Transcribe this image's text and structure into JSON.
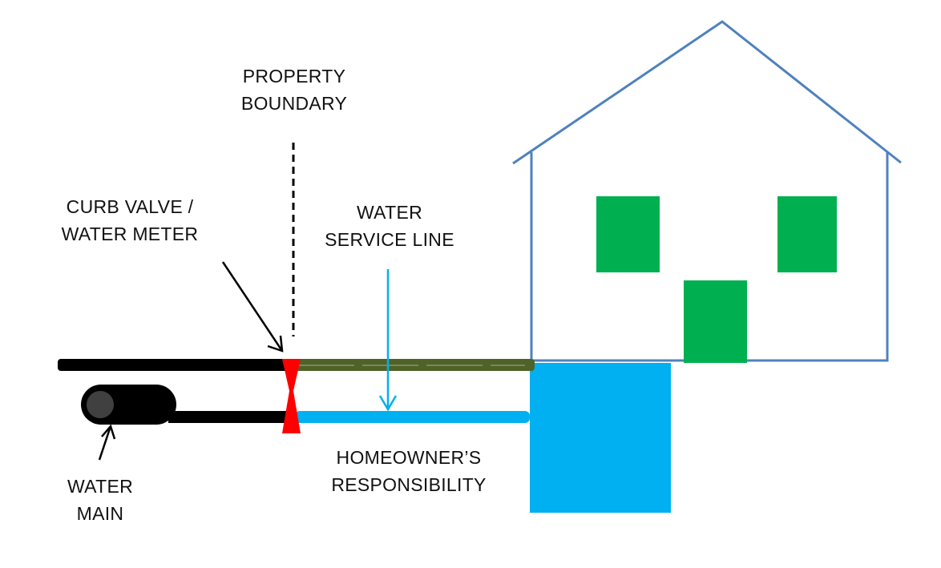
{
  "title": "Water service line responsibility diagram",
  "labels": {
    "property_boundary": [
      "PROPERTY",
      "BOUNDARY"
    ],
    "curb_valve": [
      "CURB VALVE /",
      "WATER METER"
    ],
    "water_service_line": [
      "WATER",
      "SERVICE LINE"
    ],
    "homeowner_responsibility": [
      "HOMEOWNER’S",
      "RESPONSIBILITY"
    ],
    "water_main": [
      "WATER",
      "MAIN"
    ]
  },
  "colors": {
    "house_outline": "#4f81bd",
    "windows_door": "#00b050",
    "basement": "#00b0f0",
    "service_line_upper": "#4f6228",
    "service_line_lower": "#00b0f0",
    "city_pipe": "#000000",
    "water_main_cap": "#404040",
    "curb_valve": "#ff0000",
    "service_arrow": "#00b0f0",
    "text": "#111111"
  }
}
